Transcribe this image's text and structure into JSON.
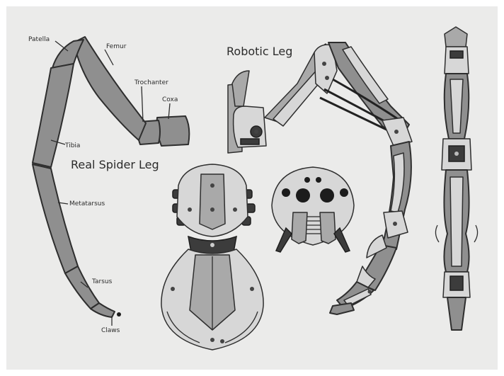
{
  "titles": {
    "real_leg": "Real Spider Leg",
    "robotic_leg": "Robotic Leg"
  },
  "labels": {
    "patella": "Patella",
    "femur": "Femur",
    "trochanter": "Trochanter",
    "coxa": "Coxa",
    "tibia": "Tibia",
    "metatarsus": "Metatarsus",
    "tarsus": "Tarsus",
    "claws": "Claws"
  },
  "colors": {
    "background": "#ebebea",
    "segment_fill": "#8f8f8f",
    "outline": "#2e2e2e",
    "light_panel": "#d7d7d7",
    "dark_part": "#3c3c3c"
  }
}
